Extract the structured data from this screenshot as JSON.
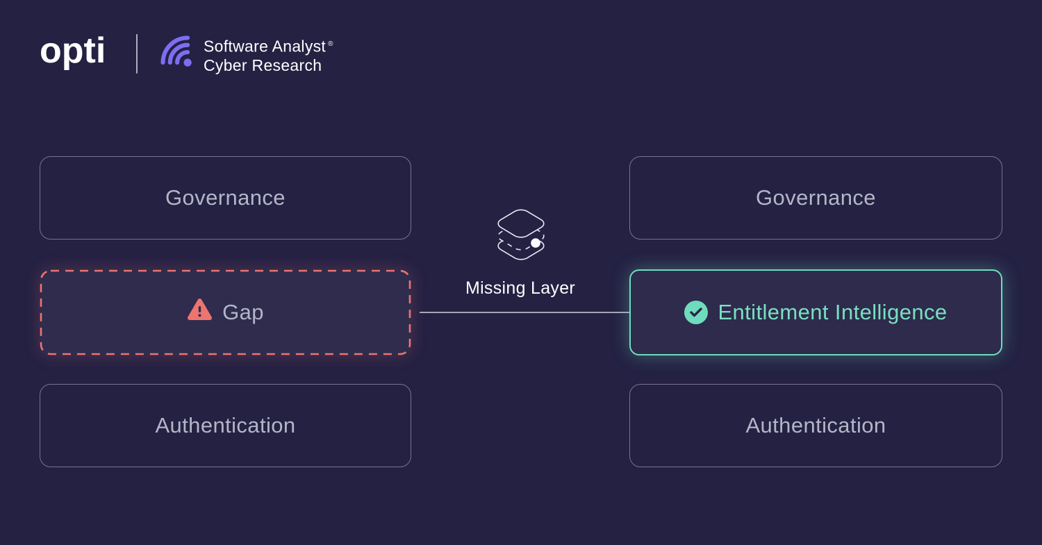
{
  "brand": {
    "logo_text": "opti",
    "org_line1": "Software Analyst",
    "org_trademark": "®",
    "org_line2": "Cyber Research"
  },
  "diagram": {
    "left_stack": {
      "items": [
        {
          "label": "Governance",
          "state": "normal"
        },
        {
          "label": "Gap",
          "state": "alert",
          "icon": "warning-icon"
        },
        {
          "label": "Authentication",
          "state": "normal"
        }
      ]
    },
    "right_stack": {
      "items": [
        {
          "label": "Governance",
          "state": "normal"
        },
        {
          "label": "Entitlement Intelligence",
          "state": "success",
          "icon": "check-icon"
        },
        {
          "label": "Authentication",
          "state": "normal"
        }
      ]
    },
    "connector": {
      "label": "Missing Layer",
      "icon": "layers-icon",
      "direction": "left-to-right"
    }
  },
  "colors": {
    "background": "#242143",
    "elevated_fill": "#2f2c4e",
    "box_border": "#babccf",
    "box_text": "#b4b5c7",
    "alert": "#ed756f",
    "success": "#6fdcbd",
    "brand_purple": "#7f6df0",
    "white": "#ffffff"
  }
}
